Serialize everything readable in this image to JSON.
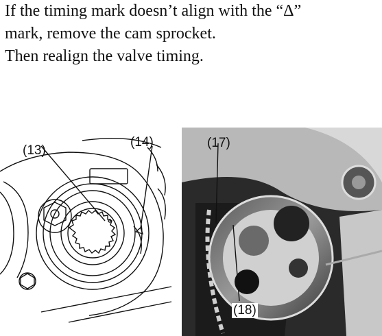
{
  "instructions": {
    "line1": "If the timing mark doesn’t align with the “Δ”",
    "line2": "mark, remove the cam sprocket.",
    "line3": "Then realign the valve timing."
  },
  "figure_left": {
    "callout_13": "(13)",
    "callout_14": "(14)"
  },
  "figure_right": {
    "callout_17": "(17)",
    "callout_18": "(18)"
  }
}
